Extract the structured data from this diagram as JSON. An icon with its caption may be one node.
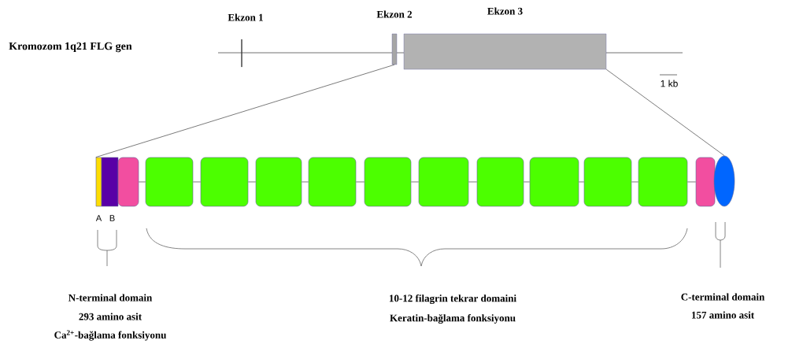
{
  "diagram": {
    "nodes": [
      {
        "text": [
          "Ekzon 1"
        ]
      },
      {
        "text": [
          "Ekzon 2"
        ]
      },
      {
        "text": [
          "Ekzon 3"
        ]
      },
      {
        "text": [],
        "shape": "bar",
        "beside": [
          "A"
        ]
      },
      {
        "text": [],
        "shape": "bar",
        "beside": [
          "B"
        ]
      },
      {
        "text": [],
        "shape": "box"
      },
      {
        "text": [],
        "shape": "box"
      },
      {
        "text": [],
        "shape": "box"
      },
      {
        "text": [],
        "shape": "box"
      },
      {
        "text": [],
        "shape": "box"
      },
      {
        "text": [],
        "shape": "box"
      },
      {
        "text": [],
        "shape": "box"
      },
      {
        "text": [],
        "shape": "box"
      },
      {
        "text": [],
        "shape": "box"
      },
      {
        "text": [],
        "shape": "box"
      },
      {
        "text": [],
        "shape": "box"
      },
      {
        "text": [],
        "shape": "box"
      },
      {
        "text": [],
        "shape": "circle"
      }
    ],
    "edges": [
      {
        "from": 1,
        "to": 3,
        "arrow": "none"
      },
      {
        "from": 2,
        "to": 17,
        "arrow": "none"
      },
      {
        "from": 5,
        "to": 6,
        "arrow": "none"
      },
      {
        "from": 6,
        "to": 7,
        "arrow": "none"
      },
      {
        "from": 7,
        "to": 8,
        "arrow": "none"
      },
      {
        "from": 8,
        "to": 9,
        "arrow": "none"
      },
      {
        "from": 9,
        "to": 10,
        "arrow": "none"
      },
      {
        "from": 10,
        "to": 11,
        "arrow": "none"
      },
      {
        "from": 11,
        "to": 12,
        "arrow": "none"
      },
      {
        "from": 12,
        "to": 13,
        "arrow": "none"
      },
      {
        "from": 13,
        "to": 14,
        "arrow": "none"
      },
      {
        "from": 14,
        "to": 15,
        "arrow": "none"
      },
      {
        "from": 15,
        "to": 16,
        "arrow": "none"
      }
    ],
    "labels": [
      "Kromozom 1q21 FLG gen",
      "1 kb",
      "N-terminal domain",
      "293 amino asit",
      "Ca$^{2+}$-bağlama fonksiyonu",
      "10-12 filagrin tekrar domaini",
      "Keratin-bağlama fonksiyonu",
      "C-terminal domain",
      "157 amino asit"
    ]
  }
}
